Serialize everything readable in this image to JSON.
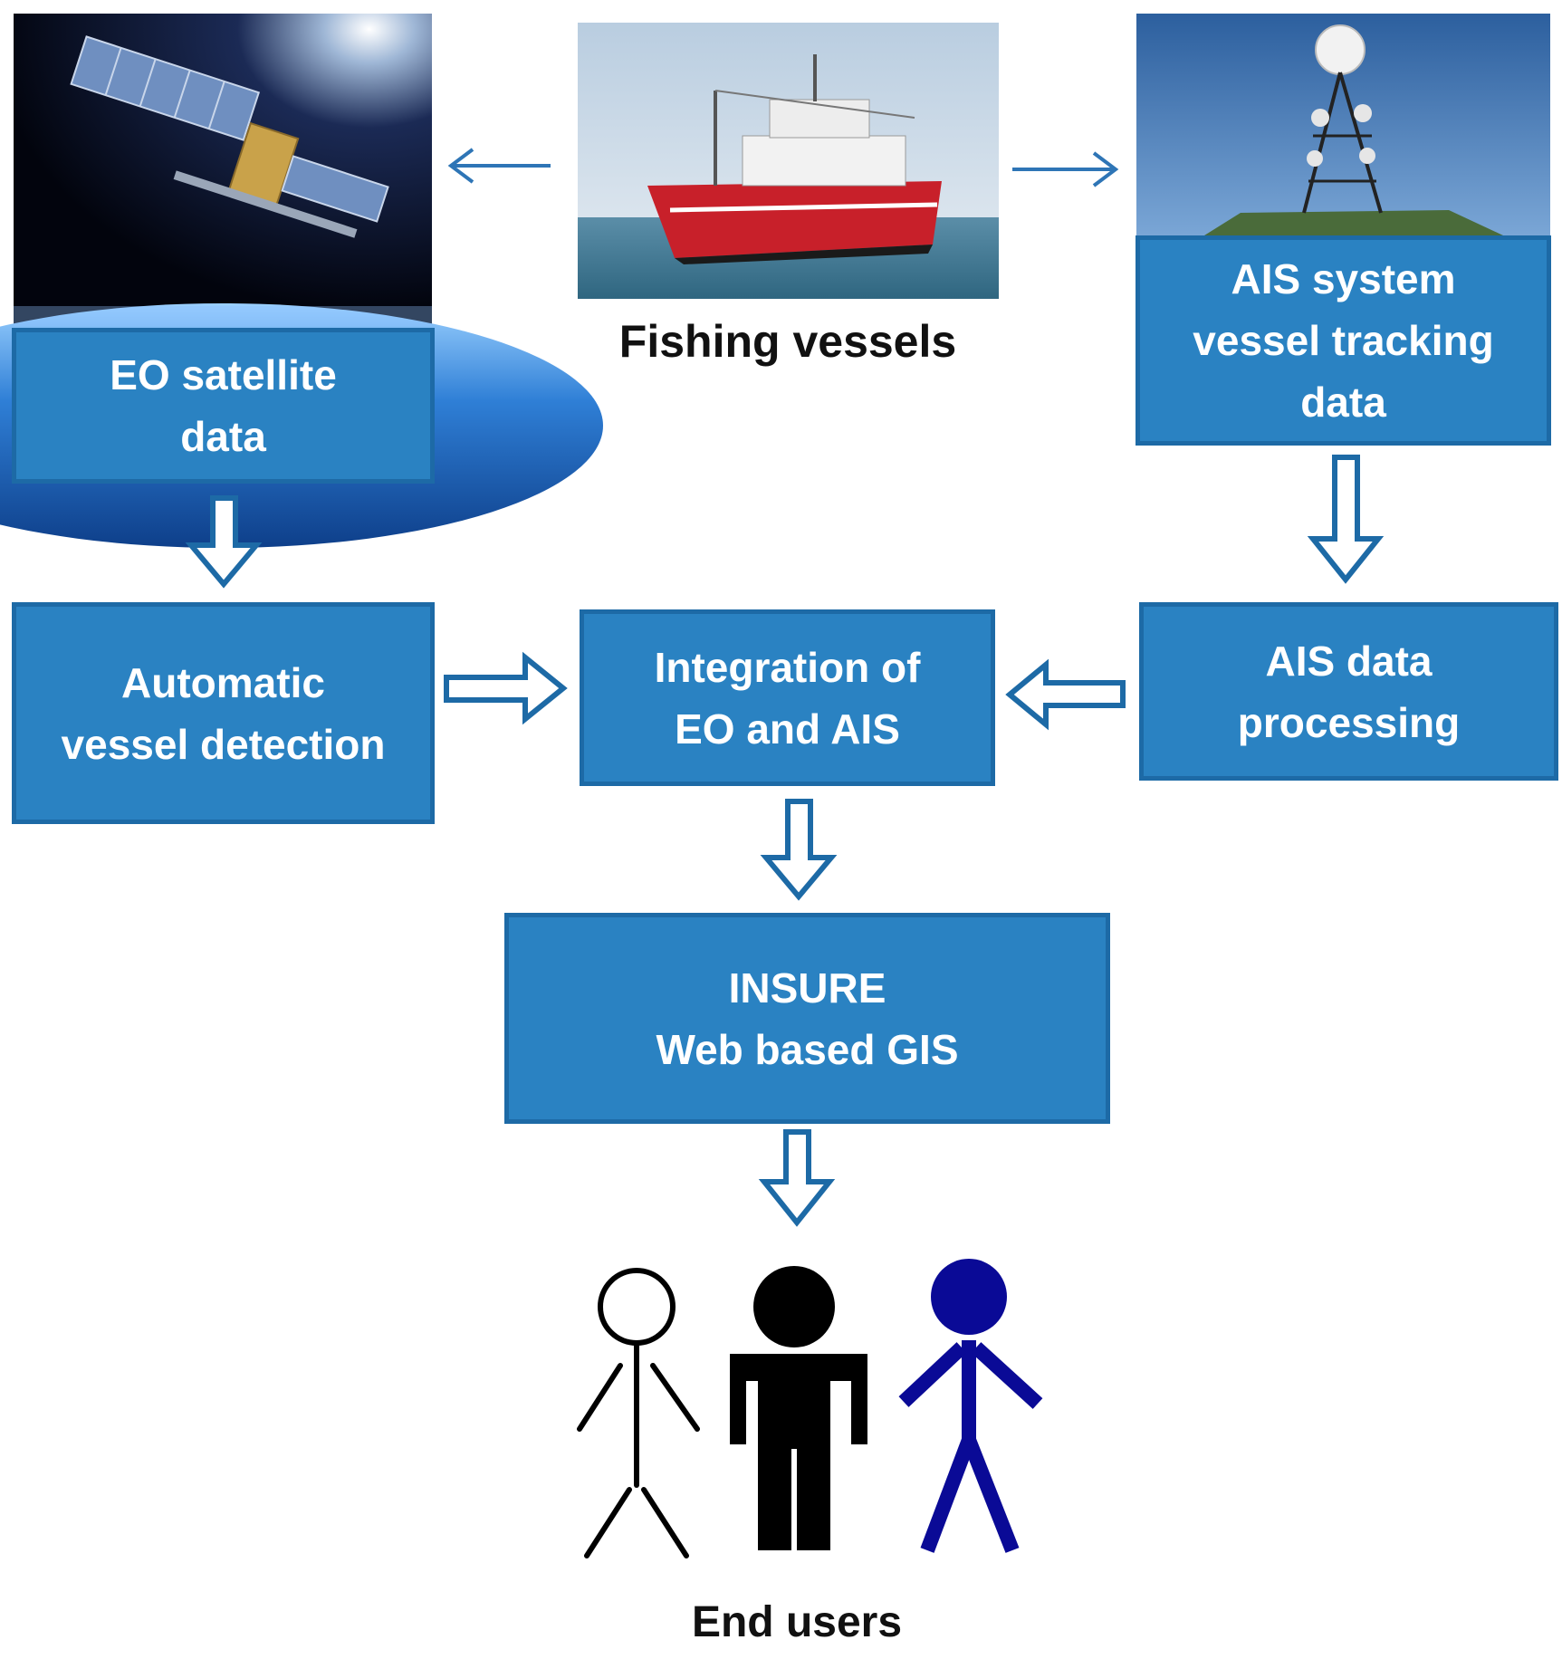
{
  "figure": {
    "fishing_vessels_label": "Fishing vessels",
    "end_users_label": "End users",
    "boxes": {
      "eo_satellite": [
        "EO satellite",
        "data"
      ],
      "ais_system": [
        "AIS  system",
        "vessel tracking",
        "data"
      ],
      "automatic_detection": [
        "Automatic",
        "vessel detection"
      ],
      "integration": [
        "Integration of",
        "EO and AIS"
      ],
      "ais_processing": [
        "AIS data",
        "processing"
      ],
      "insure": [
        "INSURE",
        "Web based GIS"
      ]
    }
  },
  "colors": {
    "box_fill": "#2a82c2",
    "box_border": "#1d6aa6",
    "arrow": "#2e75b6",
    "user_blue": "#0a0a96",
    "user_black": "#000000"
  },
  "images": {
    "satellite_photo": "satellite-in-orbit",
    "vessel_photo": "red-fishing-vessel-at-sea",
    "ais_station_photo": "radar-antenna-tower"
  }
}
